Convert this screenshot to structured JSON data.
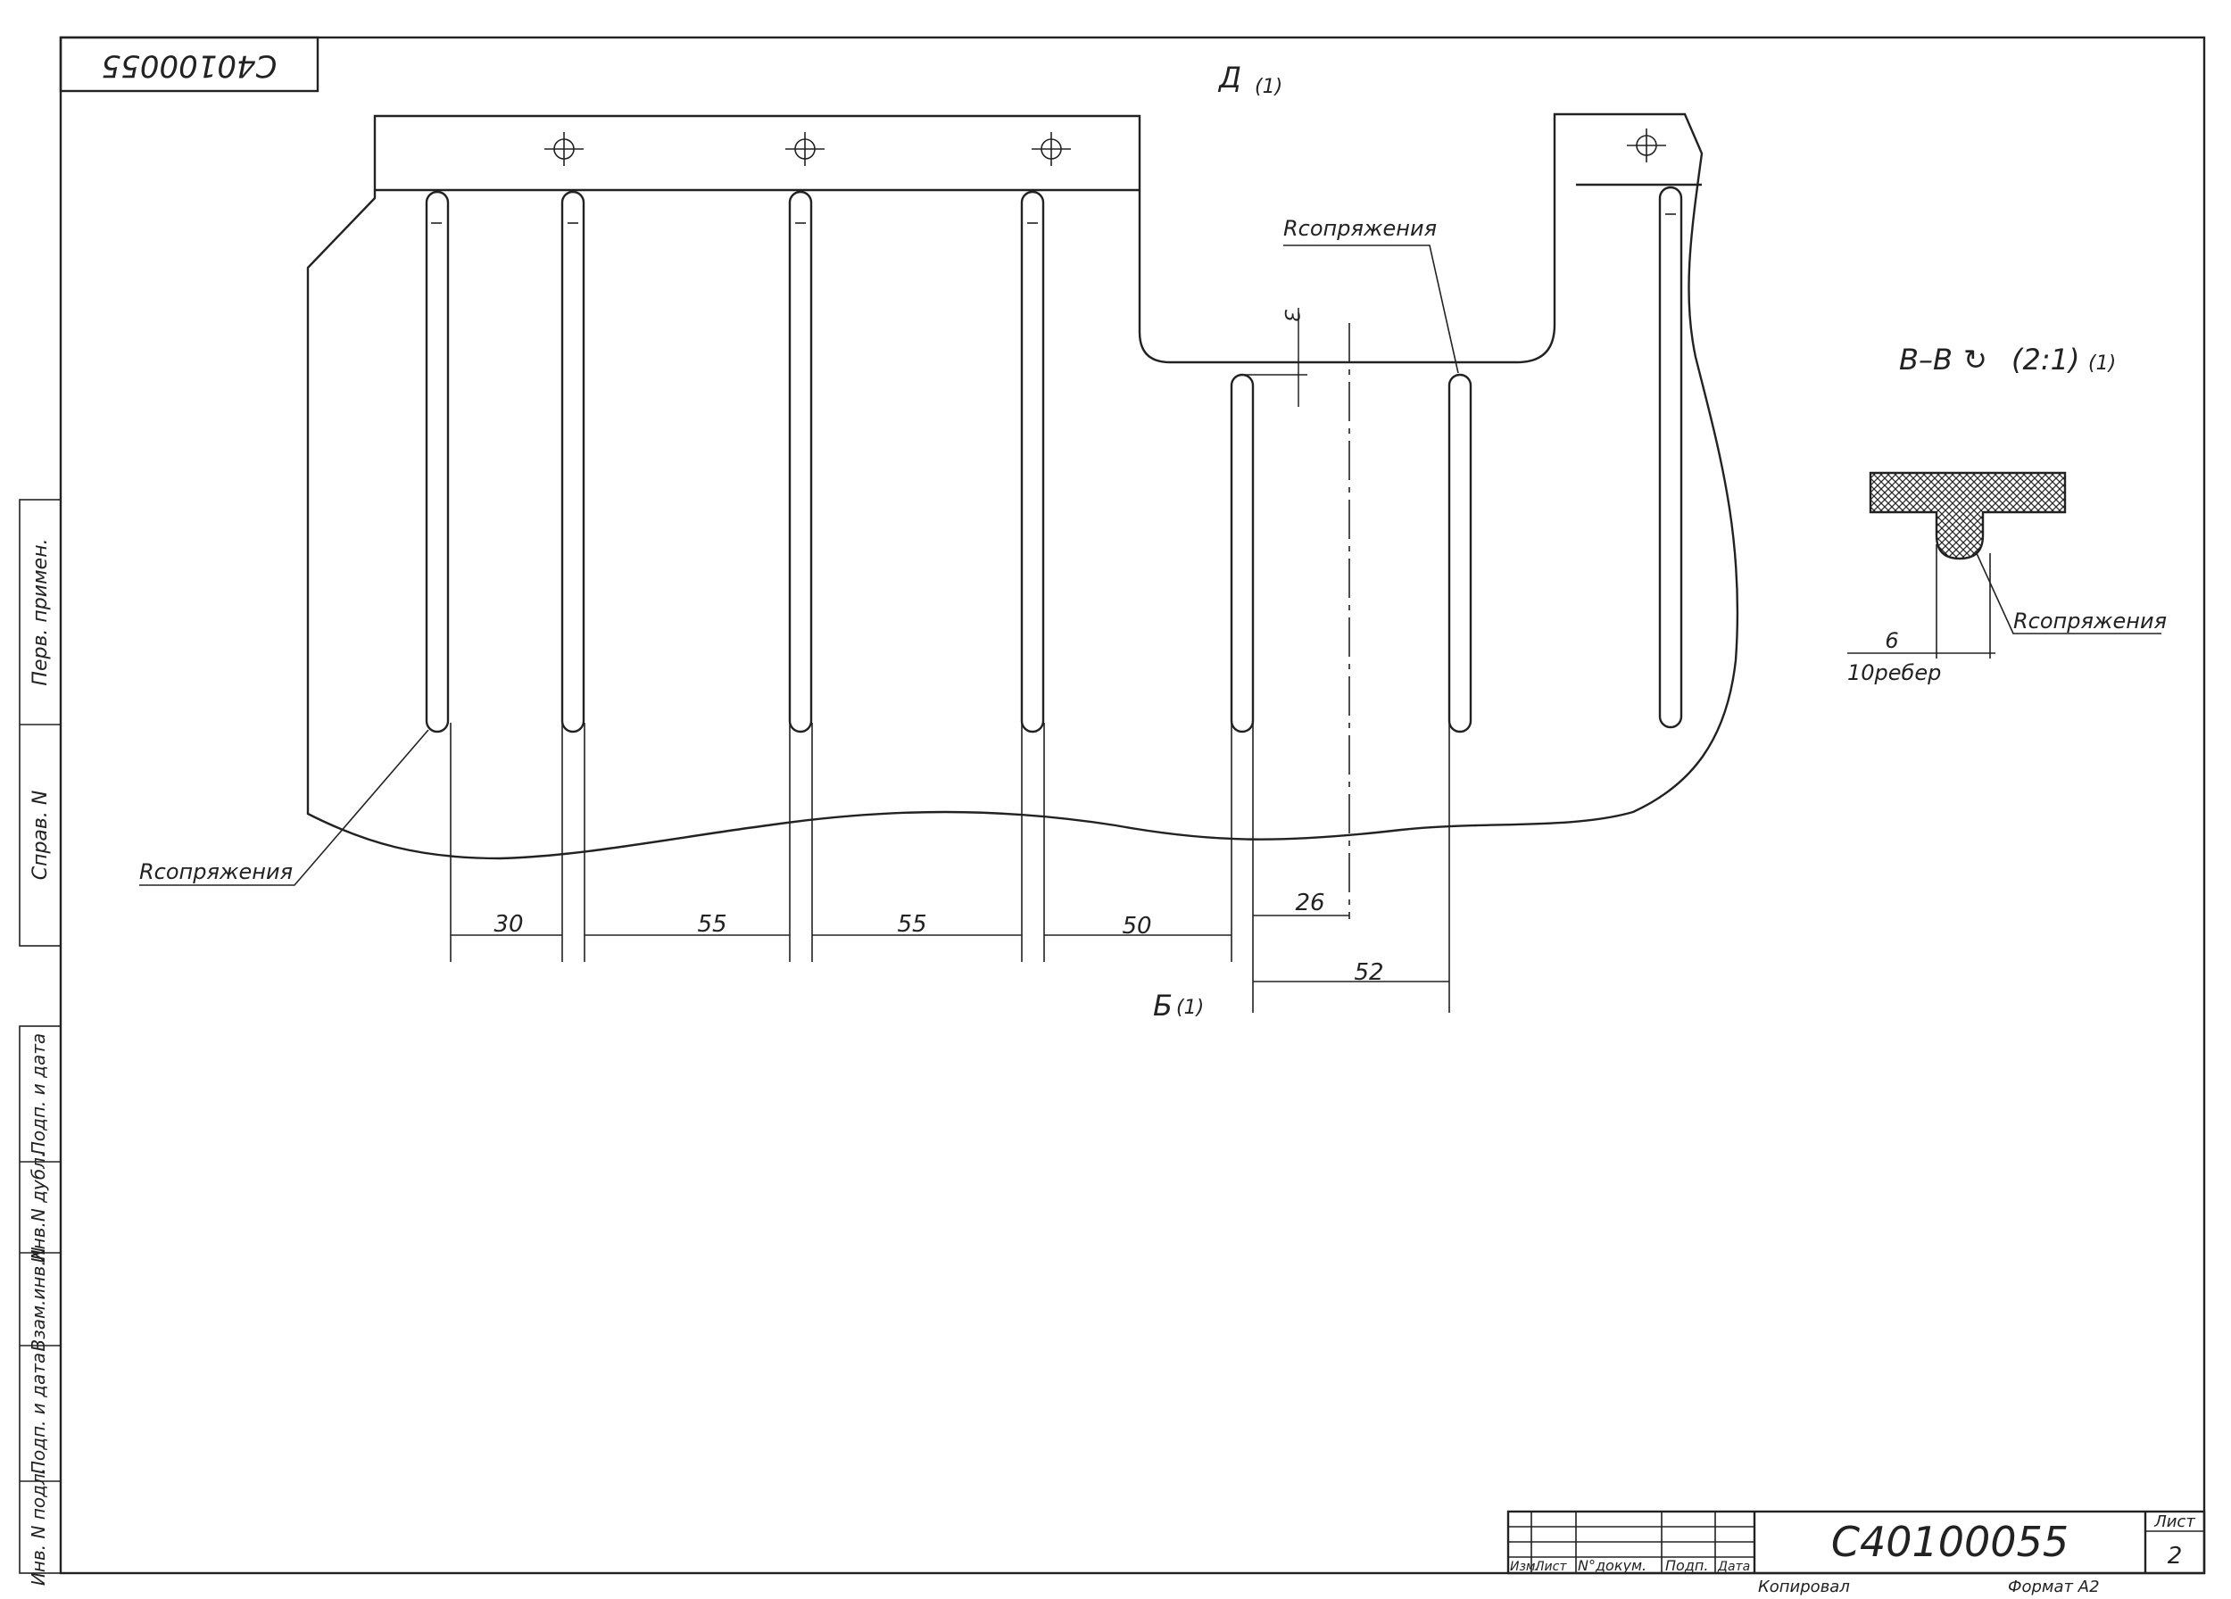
{
  "drawing": {
    "code_rotated": "С40100055",
    "view_d": "Д",
    "view_d_note": "(1)",
    "view_b": "Б",
    "view_b_note": "(1)",
    "section_title": "В–В",
    "section_scale": "(2:1)",
    "section_note": "(1)",
    "fillet_label": "Rсопряжения",
    "dim_3": "3",
    "dims_bottom": [
      "30",
      "55",
      "55",
      "50"
    ],
    "dim_26": "26",
    "dim_52": "52",
    "section_dim": "6",
    "ribs_label": "10ребер"
  },
  "side_strip": {
    "perv_primen": "Перв. примен.",
    "sprav_n": "Справ. N",
    "podp_data_1": "Подп. и дата",
    "inv_dubl": "Инв.N дубл.",
    "vzam_inv": "Взам.инв.N",
    "podp_data_2": "Подп. и дата",
    "inv_podl": "Инв. N подл."
  },
  "title_block": {
    "col_izm": "Изм.",
    "col_list": "Лист",
    "col_doc": "N°докум.",
    "col_podp": "Подп.",
    "col_data": "Дата",
    "code": "С40100055",
    "sheet_label": "Лист",
    "sheet_no": "2",
    "copied": "Копировал",
    "format": "Формат А2"
  }
}
